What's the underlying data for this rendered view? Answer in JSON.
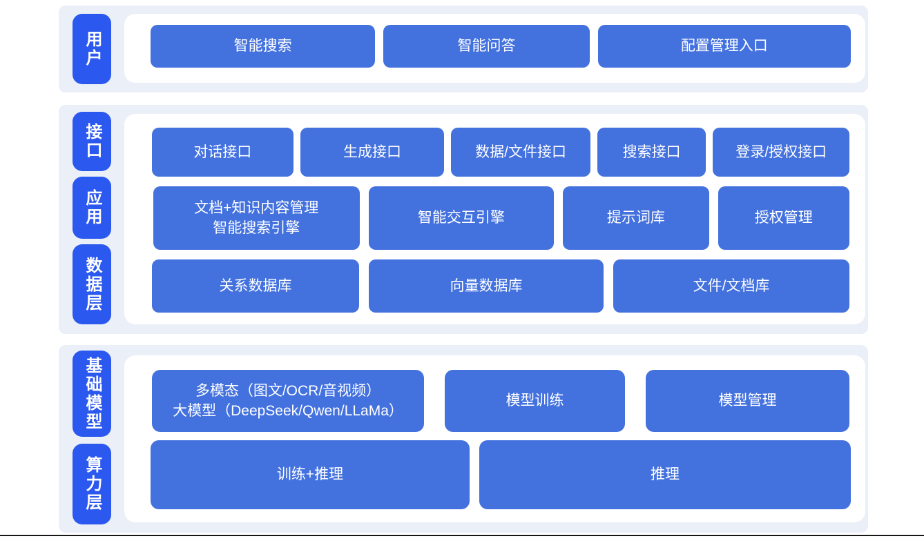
{
  "colors": {
    "band_bg": "#eaeff8",
    "tab_blue": "#2b58ee",
    "button_blue": "#4371de",
    "text": "#ffffff",
    "divider": "#171717"
  },
  "sections": [
    {
      "tabs": [
        "用户"
      ],
      "rows": [
        [
          "智能搜索",
          "智能问答",
          "配置管理入口"
        ]
      ]
    },
    {
      "tabs": [
        "接口",
        "应用",
        "数据层"
      ],
      "rows": [
        [
          "对话接口",
          "生成接口",
          "数据/文件接口",
          "搜索接口",
          "登录/授权接口"
        ],
        [
          "文档+知识内容管理\n智能搜索引擎",
          "智能交互引擎",
          "提示词库",
          "授权管理"
        ],
        [
          "关系数据库",
          "向量数据库",
          "文件/文档库"
        ]
      ]
    },
    {
      "tabs": [
        "基础模型",
        "算力层"
      ],
      "rows": [
        [
          "多模态（图文/OCR/音视频）\n大模型（DeepSeek/Qwen/LLaMa）",
          "模型训练",
          "模型管理"
        ],
        [
          "训练+推理",
          "推理"
        ]
      ]
    }
  ]
}
